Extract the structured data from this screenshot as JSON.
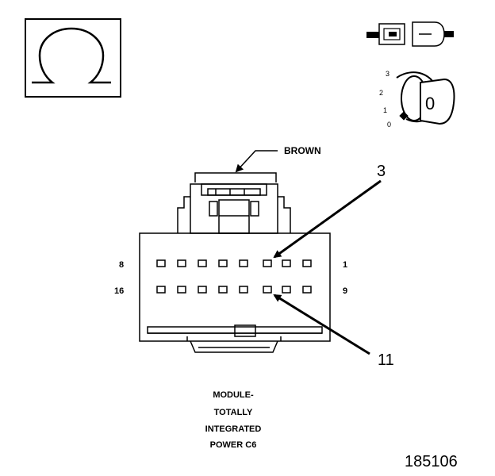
{
  "diagram": {
    "connector_color_label": "BROWN",
    "pin_callouts": [
      "3",
      "11"
    ],
    "row_end_labels": {
      "top_left": "8",
      "top_right": "1",
      "bottom_left": "16",
      "bottom_right": "9"
    },
    "key_position_labels": [
      "3",
      "2",
      "1",
      "0"
    ],
    "key_position_selected": "0",
    "module_caption_lines": [
      "MODULE-",
      "TOTALLY",
      "INTEGRATED",
      "POWER C6"
    ],
    "figure_number": "185106",
    "symbol": "ohm-symbol-icon"
  }
}
